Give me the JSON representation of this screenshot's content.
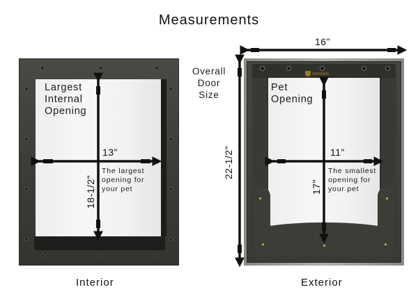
{
  "title": "Measurements",
  "interior": {
    "caption": "Interior",
    "heading_lines": [
      "Largest",
      "Internal",
      "Opening"
    ],
    "width_label": "13”",
    "height_label": "18-1/2\"",
    "note_lines": [
      "The largest",
      "opening for",
      "your pet"
    ]
  },
  "exterior": {
    "caption": "Exterior",
    "heading_lines": [
      "Pet",
      "Opening"
    ],
    "width_label": "11”",
    "height_label": "17\"",
    "note_lines": [
      "The smallest",
      "opening for",
      "your pet"
    ],
    "brand_logo": "shield-logo"
  },
  "overall": {
    "label_lines": [
      "Overall",
      "Door",
      "Size"
    ],
    "width_label": "16”",
    "height_label": "22-1/2\""
  },
  "colors": {
    "frame": "#3f3f3a",
    "pane": "#f2f2f2",
    "arrow": "#111111",
    "screw_accent": "#d9b24a"
  }
}
